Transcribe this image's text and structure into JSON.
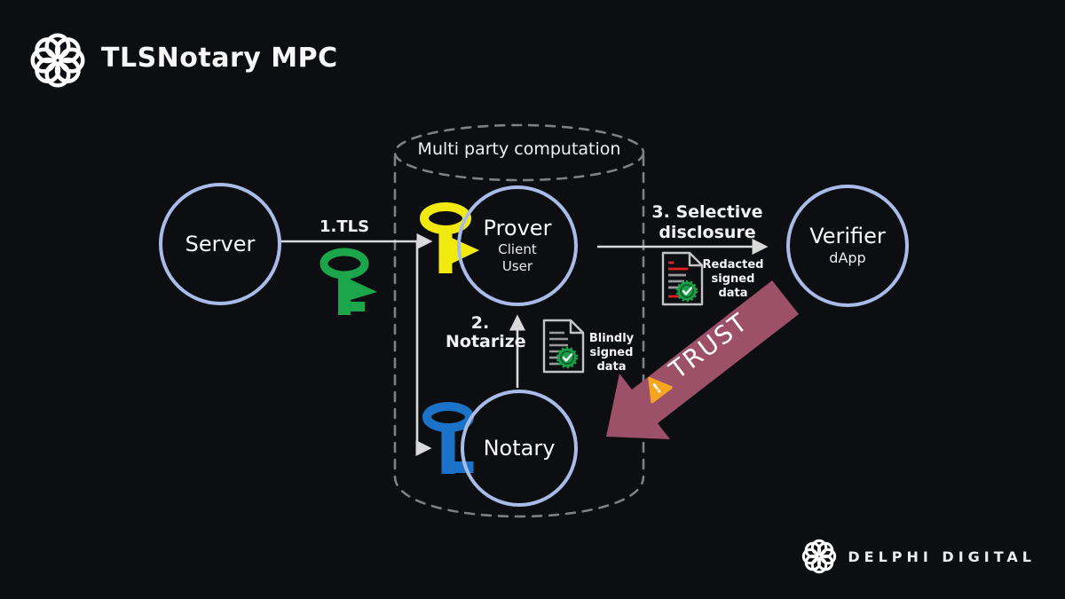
{
  "app": {
    "title": "TLSNotary MPC"
  },
  "brand": {
    "name": "DELPHI DIGITAL"
  },
  "diagram": {
    "container_label": "Multi party computation",
    "nodes": {
      "server": {
        "label": "Server"
      },
      "prover": {
        "label": "Prover",
        "sub1": "Client",
        "sub2": "User"
      },
      "notary": {
        "label": "Notary"
      },
      "verifier": {
        "label": "Verifier",
        "sub": "dApp"
      }
    },
    "steps": {
      "tls": {
        "label": "1.TLS"
      },
      "notarize": {
        "line1": "2.",
        "line2": "Notarize"
      },
      "selective": {
        "line1": "3. Selective",
        "line2": "disclosure"
      }
    },
    "documents": {
      "blindly": {
        "line1": "Blindly",
        "line2": "signed data"
      },
      "redacted": {
        "line1": "Redacted",
        "line2": "signed data"
      }
    },
    "trust": {
      "label": "TRUST",
      "warning_glyph": "!"
    },
    "colors": {
      "background": "#0d0e11",
      "node_border": "#a9bbe7",
      "line": "#d9d9d9",
      "dashed_container": "#808080",
      "key_green": "#1ca64c",
      "key_yellow": "#f2ea0e",
      "key_blue": "#1a73c8",
      "trust_arrow": "#9d5168",
      "warning_orange": "#f6a71f",
      "seal_green": "#17a449",
      "redaction_red": "#e02020"
    }
  }
}
